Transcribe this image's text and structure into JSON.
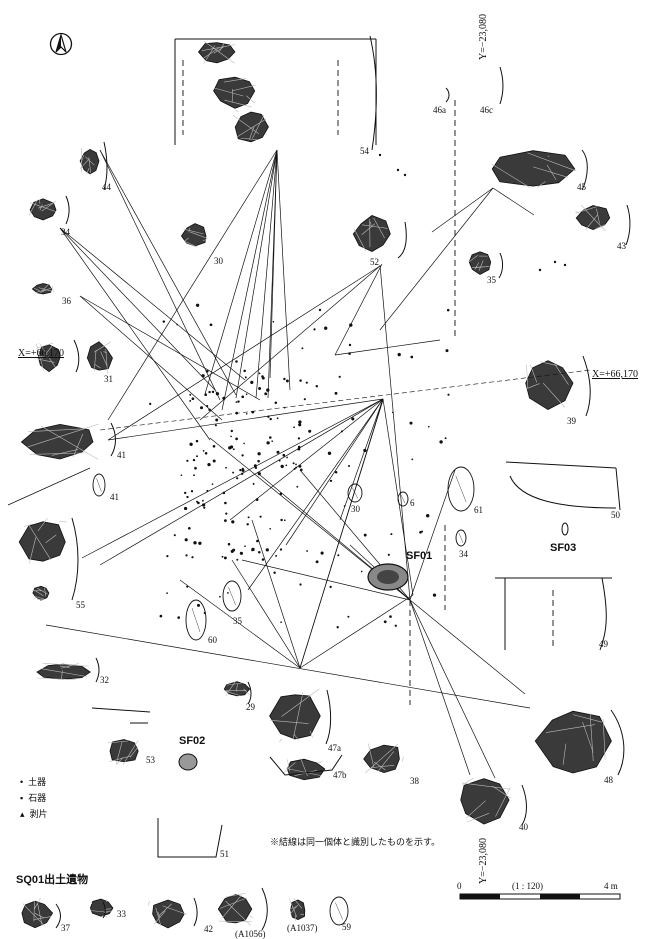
{
  "labels": [
    {
      "id": "54",
      "text": "54"
    },
    {
      "id": "46a",
      "text": "46a"
    },
    {
      "id": "46c",
      "text": "46c"
    },
    {
      "id": "44",
      "text": "44"
    },
    {
      "id": "45",
      "text": "45"
    },
    {
      "id": "34a",
      "text": "34"
    },
    {
      "id": "30a",
      "text": "30"
    },
    {
      "id": "52",
      "text": "52"
    },
    {
      "id": "43",
      "text": "43"
    },
    {
      "id": "35a",
      "text": "35"
    },
    {
      "id": "36",
      "text": "36"
    },
    {
      "id": "31",
      "text": "31"
    },
    {
      "id": "39",
      "text": "39"
    },
    {
      "id": "41a",
      "text": "41"
    },
    {
      "id": "41b",
      "text": "41"
    },
    {
      "id": "30b",
      "text": "30"
    },
    {
      "id": "6",
      "text": "6"
    },
    {
      "id": "61",
      "text": "61"
    },
    {
      "id": "50",
      "text": "50"
    },
    {
      "id": "34b",
      "text": "34"
    },
    {
      "id": "55",
      "text": "55"
    },
    {
      "id": "35b",
      "text": "35"
    },
    {
      "id": "60",
      "text": "60"
    },
    {
      "id": "49",
      "text": "49"
    },
    {
      "id": "32",
      "text": "32"
    },
    {
      "id": "29",
      "text": "29"
    },
    {
      "id": "47a",
      "text": "47a"
    },
    {
      "id": "53",
      "text": "53"
    },
    {
      "id": "47b",
      "text": "47b"
    },
    {
      "id": "38",
      "text": "38"
    },
    {
      "id": "48",
      "text": "48"
    },
    {
      "id": "40",
      "text": "40"
    },
    {
      "id": "51",
      "text": "51"
    },
    {
      "id": "37",
      "text": "37"
    },
    {
      "id": "33",
      "text": "33"
    },
    {
      "id": "42",
      "text": "42"
    },
    {
      "id": "A1056",
      "text": "(A1056)"
    },
    {
      "id": "A1037",
      "text": "(A1037)"
    },
    {
      "id": "59",
      "text": "59"
    }
  ],
  "features": {
    "sf01": "SF01",
    "sf02": "SF02",
    "sf03": "SF03"
  },
  "coords": {
    "x_left": "X=+66,170",
    "x_right": "X=+66,170",
    "y_top": "Y=−23,080",
    "y_bottom": "Y=−23,080"
  },
  "legend": {
    "items": [
      {
        "symbol": "•",
        "text": "土器"
      },
      {
        "symbol": "▪",
        "text": "石器"
      },
      {
        "symbol": "▴",
        "text": "剥片"
      }
    ]
  },
  "note": "※結線は同一個体と識別したものを示す。",
  "section_title": "SQ01出土遺物",
  "scale": {
    "zero": "0",
    "ratio": "(1 : 120)",
    "end": "4 m"
  }
}
